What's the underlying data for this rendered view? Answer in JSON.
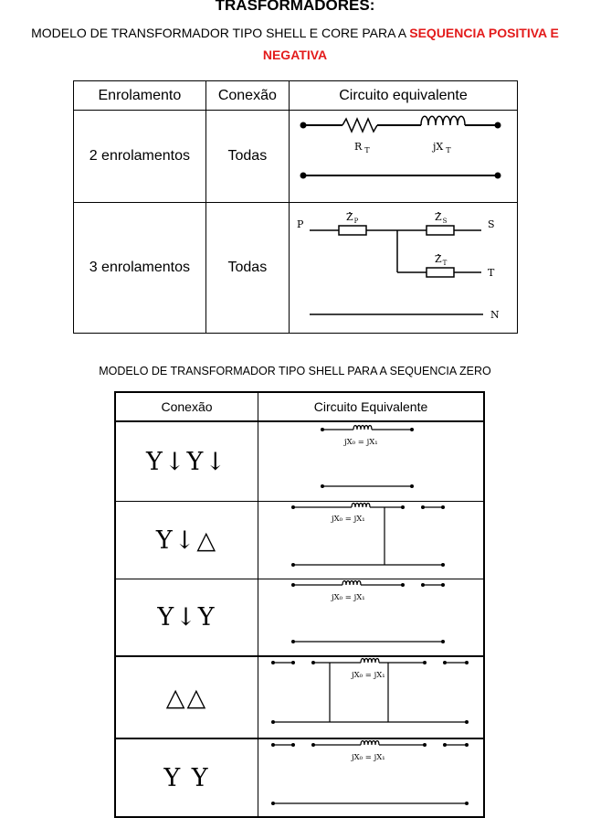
{
  "title": "TRASFORMADORES:",
  "subtitle": {
    "prefix": "MODELO DE TRANSFORMADOR TIPO SHELL E CORE PARA A ",
    "highlight": "SEQUENCIA POSITIVA E NEGATIVA",
    "highlight_color": "#e31b1b"
  },
  "table1": {
    "headers": [
      "Enrolamento",
      "Conexão",
      "Circuito equivalente"
    ],
    "rows": [
      {
        "enrolamento": "2 enrolamentos",
        "conexao": "Todas",
        "labels": {
          "r": "R",
          "r_sub": "T",
          "x": "jX",
          "x_sub": "T"
        }
      },
      {
        "enrolamento": "3 enrolamentos",
        "conexao": "Todas",
        "labels": {
          "p": "P",
          "s": "S",
          "t": "T",
          "n": "N",
          "zp": "Z",
          "zp_sub": "P",
          "zs": "Z",
          "zs_sub": "S",
          "zt": "Z",
          "zt_sub": "T"
        }
      }
    ]
  },
  "section2_title": "MODELO DE TRANSFORMADOR TIPO SHELL PARA A SEQUENCIA ZERO",
  "table2": {
    "headers": [
      "Conexão",
      "Circuito Equivalente"
    ],
    "equation": "jX₀ = jX₁",
    "rows": [
      {
        "connection": "Y↓Y↓"
      },
      {
        "connection": "Y↓△"
      },
      {
        "connection": "Y↓Y"
      },
      {
        "connection": "△△"
      },
      {
        "connection": "Y Y"
      }
    ]
  }
}
